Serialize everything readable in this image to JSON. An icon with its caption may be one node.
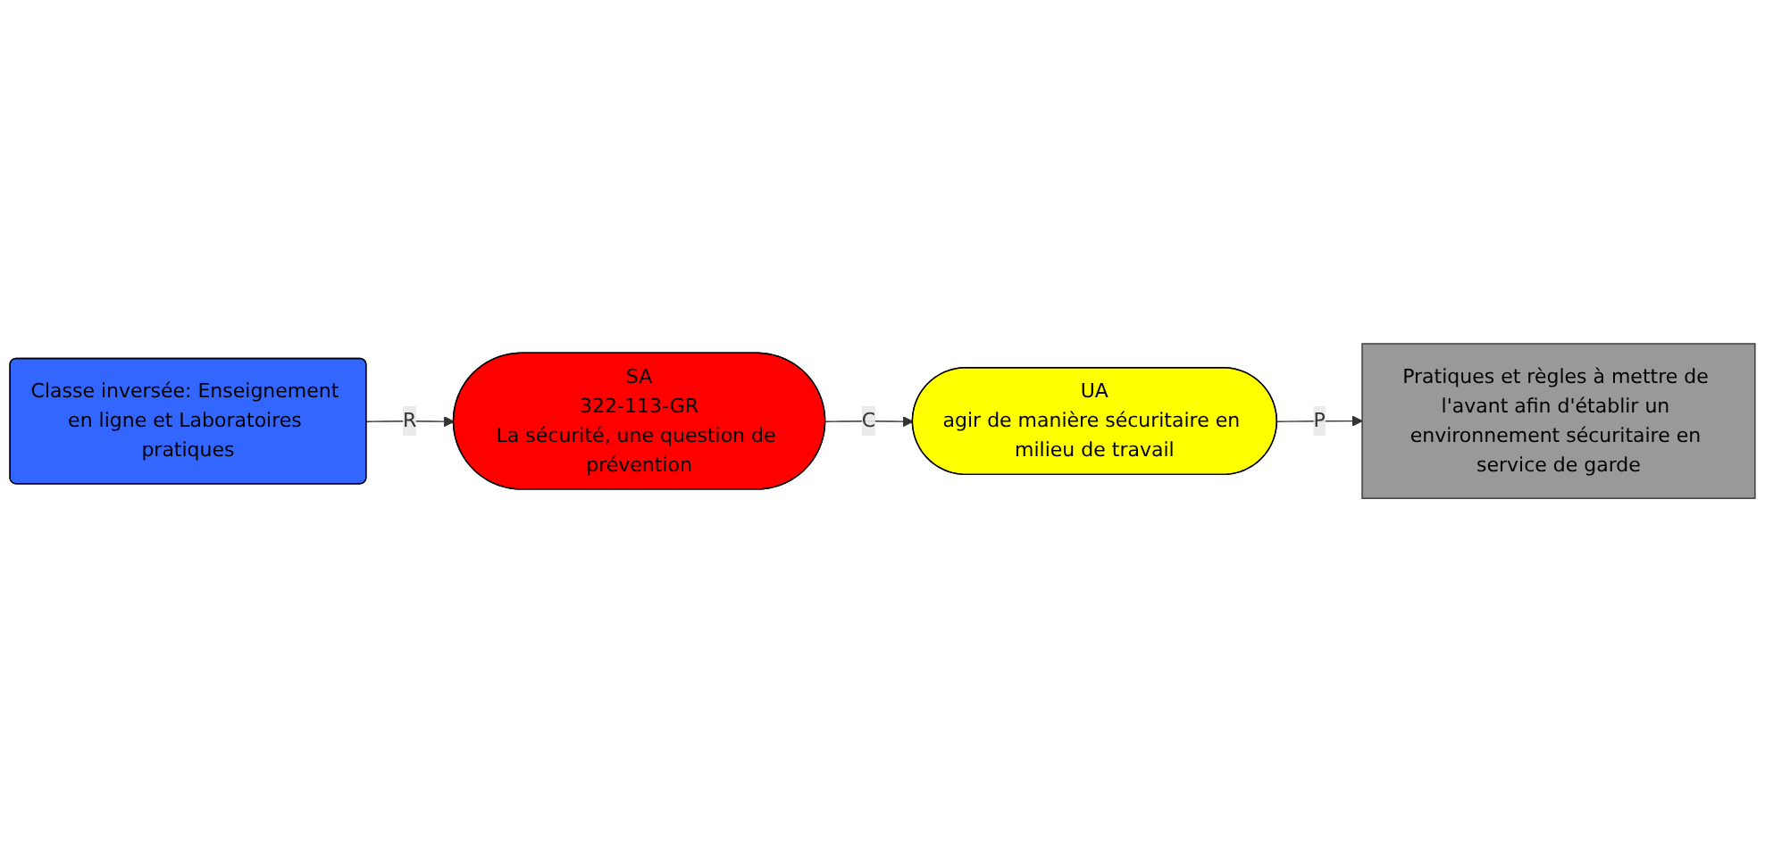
{
  "diagram": {
    "nodes": [
      {
        "text": [
          "Classe inversée: Enseignement en ligne et Laboratoires pratiques"
        ]
      },
      {
        "text": [
          "SA",
          "322-113-GR",
          "La sécurité, une question de prévention"
        ]
      },
      {
        "text": [
          "UA",
          "agir de manière sécuritaire en milieu de travail"
        ]
      },
      {
        "text": [
          "Pratiques et règles à mettre de l'avant afin d'établir un environnement sécuritaire en service de garde"
        ]
      }
    ],
    "edges": [
      {
        "from": 0,
        "to": 1,
        "label": "R",
        "arrow": "to"
      },
      {
        "from": 1,
        "to": 2,
        "label": "C",
        "arrow": "to"
      },
      {
        "from": 2,
        "to": 3,
        "label": "P",
        "arrow": "to"
      }
    ]
  }
}
